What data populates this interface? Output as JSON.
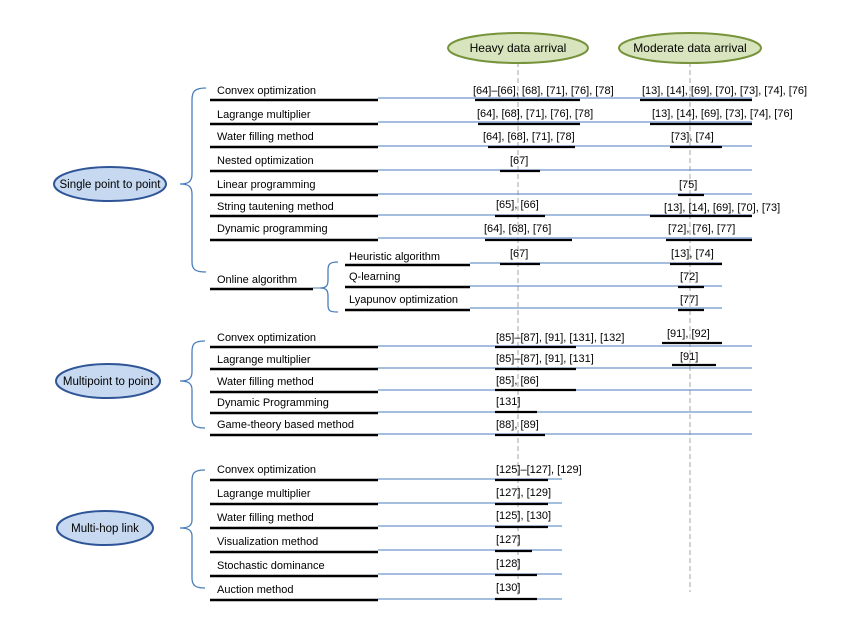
{
  "headers": {
    "heavy": "Heavy data arrival",
    "moderate": "Moderate data arrival"
  },
  "colors": {
    "line_blue": "#4a7ebb",
    "header_fill": "#d7e4bd",
    "header_stroke": "#77933c",
    "group_fill": "#c6d9f1",
    "group_stroke": "#2f5597",
    "guide": "#a6a6a6"
  },
  "groups": [
    {
      "label": "Single point to point",
      "methods": [
        {
          "label": "Convex optimization",
          "heavy": "[64]–[66], [68], [71], [76], [78]",
          "moderate": "[13], [14], [69], [70], [73], [74], [76]"
        },
        {
          "label": "Lagrange multiplier",
          "heavy": "[64], [68], [71], [76], [78]",
          "moderate": "[13], [14], [69], [73], [74], [76]"
        },
        {
          "label": "Water filling method",
          "heavy": "[64], [68], [71], [78]",
          "moderate": "[73], [74]"
        },
        {
          "label": "Nested optimization",
          "heavy": "[67]",
          "moderate": ""
        },
        {
          "label": "Linear programming",
          "heavy": "",
          "moderate": "[75]"
        },
        {
          "label": "String tautening method",
          "heavy": "[65], [66]",
          "moderate": "[13], [14], [69], [70], [73]"
        },
        {
          "label": "Dynamic programming",
          "heavy": "[64], [68], [76]",
          "moderate": "[72], [76], [77]"
        }
      ],
      "online": {
        "label": "Online algorithm",
        "methods": [
          {
            "label": "Heuristic algorithm",
            "heavy": "[67]",
            "moderate": "[13], [74]"
          },
          {
            "label": "Q-learning",
            "heavy": "",
            "moderate": "[72]"
          },
          {
            "label": "Lyapunov optimization",
            "heavy": "",
            "moderate": "[77]"
          }
        ]
      }
    },
    {
      "label": "Multipoint to point",
      "methods": [
        {
          "label": "Convex optimization",
          "heavy": "[85]–[87], [91], [131], [132]",
          "moderate": "[91], [92]"
        },
        {
          "label": "Lagrange multiplier",
          "heavy": "[85]–[87], [91], [131]",
          "moderate": "[91]"
        },
        {
          "label": "Water filling method",
          "heavy": "[85], [86]",
          "moderate": ""
        },
        {
          "label": "Dynamic Programming",
          "heavy": "[131]",
          "moderate": ""
        },
        {
          "label": "Game-theory based method",
          "heavy": "[88], [89]",
          "moderate": ""
        }
      ]
    },
    {
      "label": "Multi-hop link",
      "methods": [
        {
          "label": "Convex optimization",
          "heavy": "[125]–[127], [129]",
          "moderate": ""
        },
        {
          "label": "Lagrange multiplier",
          "heavy": "[127], [129]",
          "moderate": ""
        },
        {
          "label": "Water filling method",
          "heavy": "[125], [130]",
          "moderate": ""
        },
        {
          "label": "Visualization method",
          "heavy": "[127]",
          "moderate": ""
        },
        {
          "label": "Stochastic dominance",
          "heavy": "[128]",
          "moderate": ""
        },
        {
          "label": "Auction method",
          "heavy": "[130]",
          "moderate": ""
        }
      ]
    }
  ]
}
